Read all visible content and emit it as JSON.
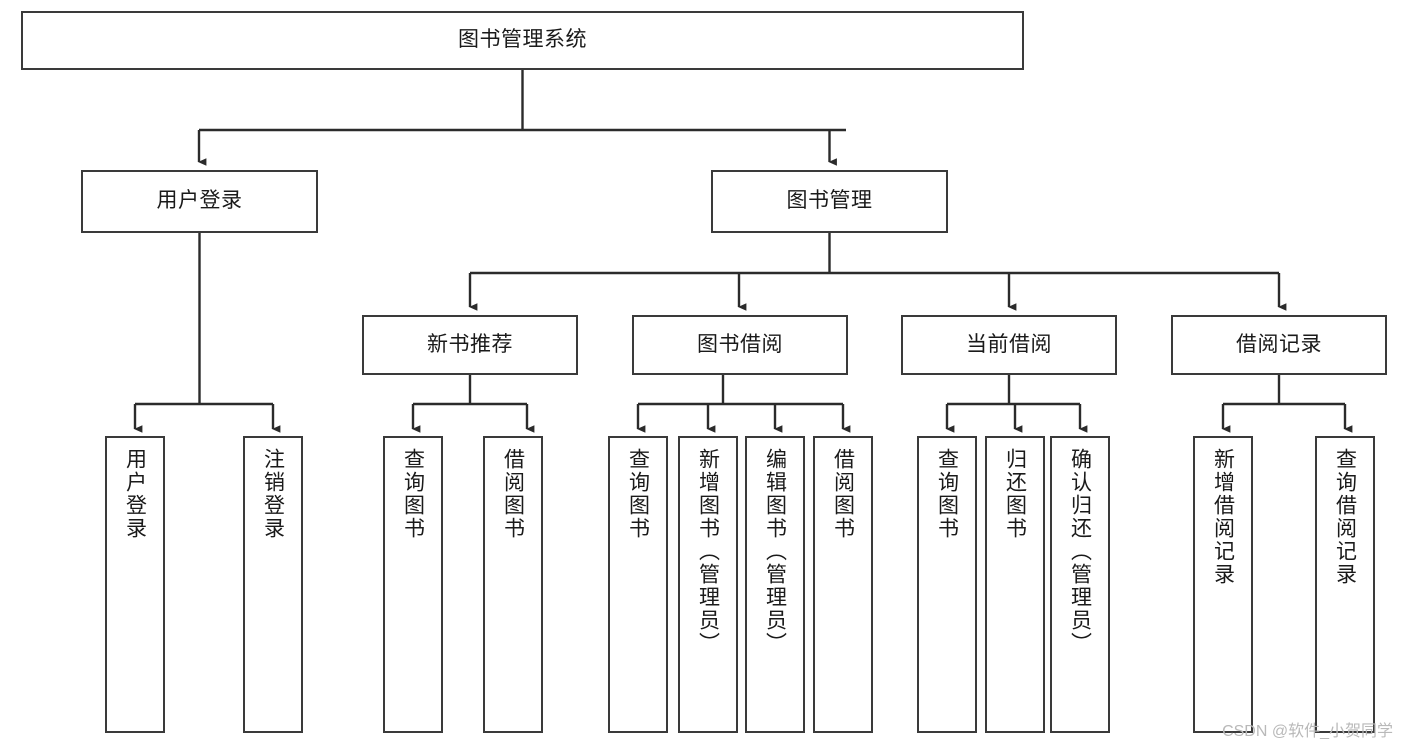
{
  "diagram": {
    "type": "hierarchy-tree",
    "title": "图书管理系统",
    "watermark": "CSDN @软件_小贺同学",
    "colors": {
      "box_border": "#3a3a3a",
      "box_fill": "#ffffff",
      "edge": "#2b2b2b",
      "text": "#1a1a1a",
      "watermark": "#b9b9b9"
    },
    "nodes": {
      "root": {
        "label": "图书管理系统"
      },
      "level2": [
        {
          "label": "用户登录"
        },
        {
          "label": "图书管理"
        }
      ],
      "level3": [
        {
          "label": "新书推荐"
        },
        {
          "label": "图书借阅"
        },
        {
          "label": "当前借阅"
        },
        {
          "label": "借阅记录"
        }
      ],
      "leaves": {
        "user_login": [
          {
            "label": "用户登录"
          },
          {
            "label": "注销登录"
          }
        ],
        "new_book_recommend": [
          {
            "label": "查询图书"
          },
          {
            "label": "借阅图书"
          }
        ],
        "book_borrow": [
          {
            "label": "查询图书"
          },
          {
            "label": "新增图书（管理员）"
          },
          {
            "label": "编辑图书（管理员）"
          },
          {
            "label": "借阅图书"
          }
        ],
        "current_borrow": [
          {
            "label": "查询图书"
          },
          {
            "label": "归还图书"
          },
          {
            "label": "确认归还（管理员）"
          }
        ],
        "borrow_record": [
          {
            "label": "新增借阅记录"
          },
          {
            "label": "查询借阅记录"
          }
        ]
      }
    }
  }
}
